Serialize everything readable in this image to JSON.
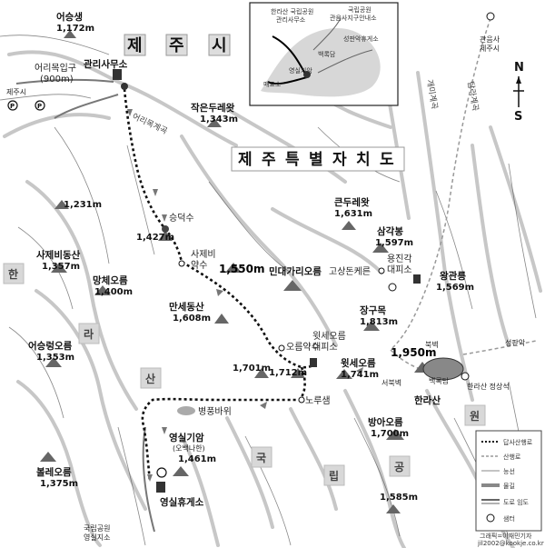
{
  "title_jeju_si": [
    "제",
    "주",
    "시"
  ],
  "title_province": [
    "제",
    "주",
    "특",
    "별",
    "자",
    "치",
    "도"
  ],
  "park_chars": [
    "한",
    "라",
    "산",
    "국",
    "립",
    "공",
    "원"
  ],
  "compass": {
    "n": "N",
    "s": "S"
  },
  "roads": {
    "right1": "개미계곡",
    "right2": "탐라계곡",
    "left": "어리목계곡"
  },
  "peaks": [
    {
      "name": "어승생",
      "elev": "1,172m"
    },
    {
      "name": "작은두레왓",
      "elev": "1,343m"
    },
    {
      "name": "",
      "elev": "1,231m"
    },
    {
      "name": "사제비동산",
      "elev": "1,357m"
    },
    {
      "name": "망체오름",
      "elev": "1,400m"
    },
    {
      "name": "",
      "elev": "1,427m"
    },
    {
      "name": "",
      "elev": "1,550m"
    },
    {
      "name": "만세동산",
      "elev": "1,608m"
    },
    {
      "name": "어승렁오름",
      "elev": "1,353m"
    },
    {
      "name": "",
      "elev": "1,701m"
    },
    {
      "name": "",
      "elev": "1,712m"
    },
    {
      "name": "윗세오름",
      "elev": "1,741m"
    },
    {
      "name": "영실기암",
      "elev": "1,461m",
      "note": "(오백나한)"
    },
    {
      "name": "볼레오름",
      "elev": "1,375m"
    },
    {
      "name": "큰두레왓",
      "elev": "1,631m"
    },
    {
      "name": "삼각봉",
      "elev": "1,597m"
    },
    {
      "name": "왕관릉",
      "elev": "1,569m"
    },
    {
      "name": "장구목",
      "elev": "1,813m"
    },
    {
      "name": "",
      "elev": "1,950m"
    },
    {
      "name": "방아오름",
      "elev": "1,700m"
    },
    {
      "name": "",
      "elev": "1,585m"
    }
  ],
  "places": {
    "office": "관리사무소",
    "orimok_entrance": "어리목입구",
    "orimok_elev": "(900m)",
    "jeju_si_left": "제주시",
    "seungdeoksu": "승덕수",
    "sajebi": "사제비",
    "yaksu": "약수",
    "minde": "민대가리오름",
    "gosangdon": "고상돈케른",
    "yongjingak": "용진각",
    "shelter": "대피소",
    "oreum_yaksu": "오름약수",
    "witse_shelter1": "윗세오름",
    "witse_shelter2": "대피소",
    "noru": "노루샘",
    "byeongpung": "병풍바위",
    "yeongsil_rest": "영실휴게소",
    "park_bottom1": "국립공원",
    "park_bottom2": "영실지소",
    "hallasan": "한라산",
    "baengnokdam": "백록담",
    "bukbyeok": "북벽",
    "seobukbyeok": "서북벽",
    "summit": "한라산 정상석",
    "seongpanak": "성판악",
    "gwaneumsa1": "관음사",
    "gwaneumsa2": "제주시"
  },
  "inset": {
    "office1": "한라산 국립공원",
    "office2": "관리사무소",
    "info1": "국립공원",
    "info2": "관음사지구안내소",
    "baengnokdam": "백록담",
    "seongpanak": "성판악휴게소",
    "yeongsil": "영실기암",
    "maepyo": "매표소"
  },
  "legend": {
    "items": [
      "답사산행로",
      "산행로",
      "능선",
      "물길",
      "도로 임도",
      "샘터"
    ]
  },
  "credit": {
    "line1": "그래픽=이재민기자",
    "line2": "jil2002@kookje.co.kr"
  }
}
